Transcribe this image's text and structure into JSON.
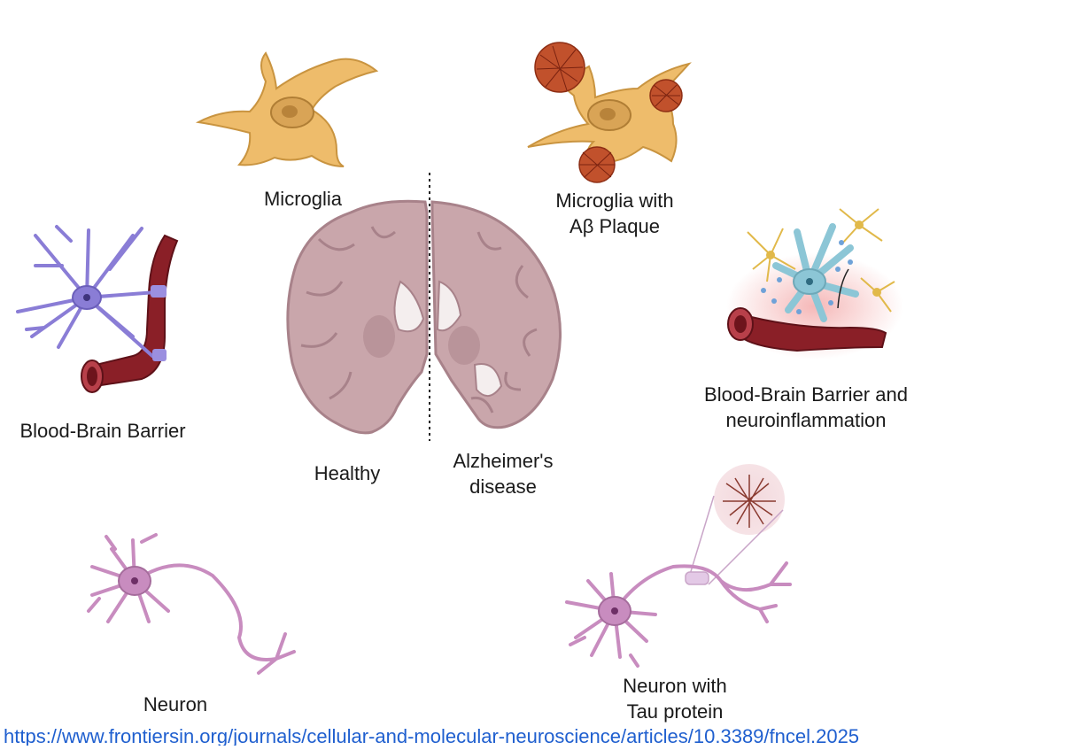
{
  "labels": {
    "microglia": "Microglia",
    "microglia_plaque_line1": "Microglia with",
    "microglia_plaque_line2": "Aβ Plaque",
    "bbb": "Blood-Brain Barrier",
    "bbb_inflam_line1": "Blood-Brain Barrier and",
    "bbb_inflam_line2": "neuroinflammation",
    "healthy": "Healthy",
    "alz_line1": "Alzheimer's",
    "alz_line2": "disease",
    "neuron": "Neuron",
    "neuron_tau_line1": "Neuron with",
    "neuron_tau_line2": "Tau protein"
  },
  "source_link": "https://www.frontiersin.org/journals/cellular-and-molecular-neuroscience/articles/10.3389/fncel.2025",
  "colors": {
    "microglia_fill": "#eebc6b",
    "microglia_stroke": "#c99440",
    "plaque": "#b3411f",
    "astrocyte_purple": "#8a7dd6",
    "vessel": "#8a1f27",
    "brain_fill": "#c9a6ab",
    "brain_dark": "#a8828a",
    "neuron_pink": "#c88cbf",
    "astro_blue": "#8cc6d6",
    "astro_yellow": "#e1b94a",
    "link_blue": "#1f5fcf"
  }
}
